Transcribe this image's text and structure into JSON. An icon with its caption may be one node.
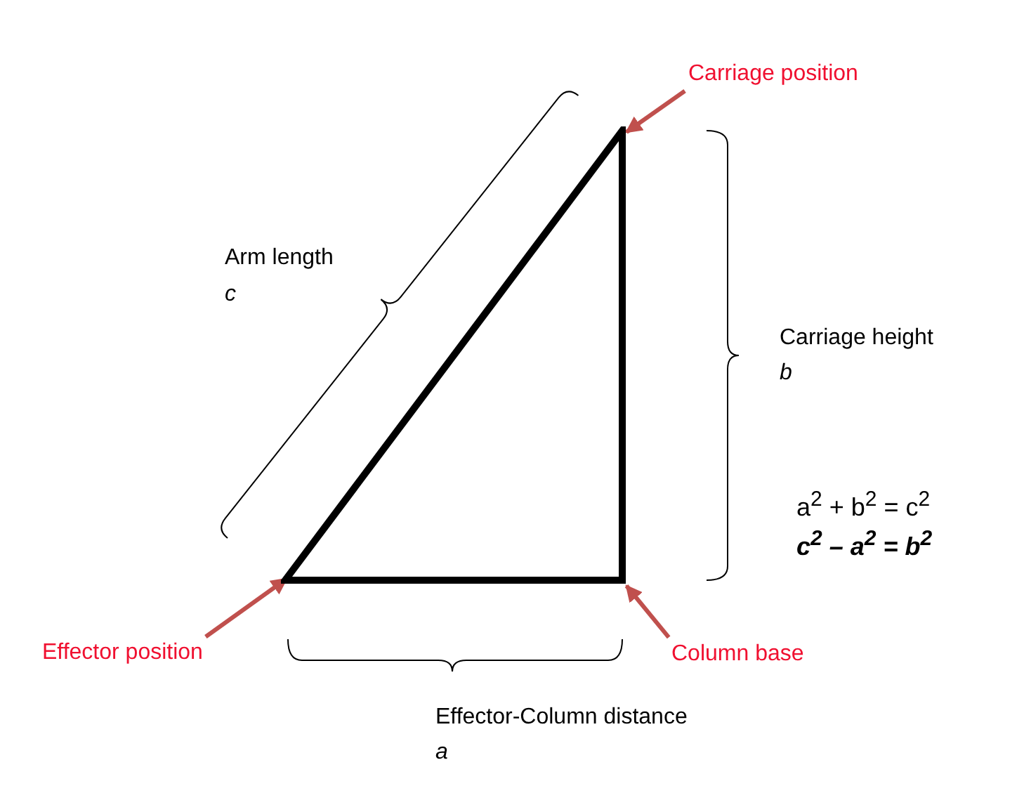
{
  "diagram": {
    "nodes": [
      {
        "text": [
          "Carriage position"
        ]
      },
      {
        "text": [],
        "shape": "triangle"
      },
      {
        "text": [
          "Effector position"
        ]
      },
      {
        "text": [
          "Column base"
        ]
      }
    ],
    "edges": [
      {
        "from": 0,
        "to": 1,
        "arrow": "to"
      },
      {
        "from": 2,
        "to": 1,
        "arrow": "to"
      },
      {
        "from": 3,
        "to": 1,
        "arrow": "to"
      }
    ],
    "labels": [
      "Arm length",
      "c",
      "Carriage height",
      "b",
      "a$^{2}$ + b$^{2}$ = c$^{2}$",
      "c$^{2}$ – a$^{2}$ = b$^{2}$",
      "Effector-Column distance",
      "a"
    ]
  }
}
